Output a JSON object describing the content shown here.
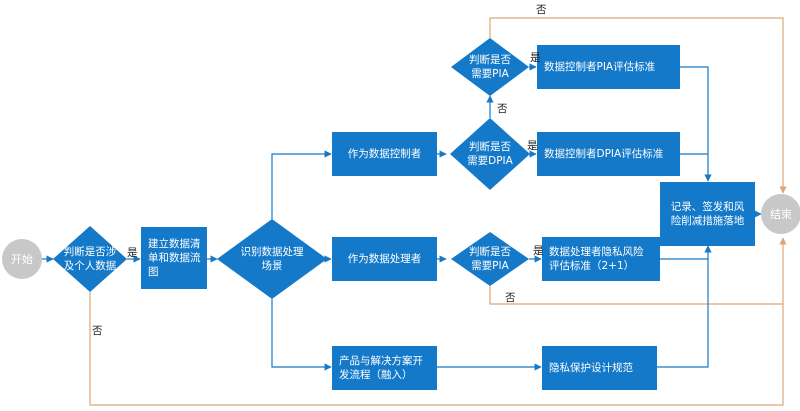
{
  "colors": {
    "node": "#1479c9",
    "terminal": "#c8c8c8",
    "arrow": "#1479c9",
    "no_path": "#d9a77a"
  },
  "start": {
    "label": "开始"
  },
  "end": {
    "label": "结束"
  },
  "decisions": {
    "personal_data": "判断是否涉\n及个人数据",
    "scene": "识别数据处理\n场景",
    "controller_pia": "判断是否\n需要PIA",
    "controller_dpia": "判断是否\n需要DPIA",
    "processor_pia": "判断是否\n需要PIA"
  },
  "processes": {
    "inventory": "建立数据清单和数据流图",
    "as_controller": "作为数据控制者",
    "as_processor": "作为数据处理者",
    "product_dev": "产品与解决方案开发流程（融入）",
    "controller_pia_std": "数据控制者PIA评估标准",
    "controller_dpia_std": "数据控制者DPIA评估标准",
    "processor_std": "数据处理者隐私风险评估标准（2+1）",
    "privacy_design": "隐私保护设计规范",
    "record": "记录、签发和风险削减措施落地"
  },
  "edge_labels": {
    "yes": "是",
    "no": "否"
  }
}
